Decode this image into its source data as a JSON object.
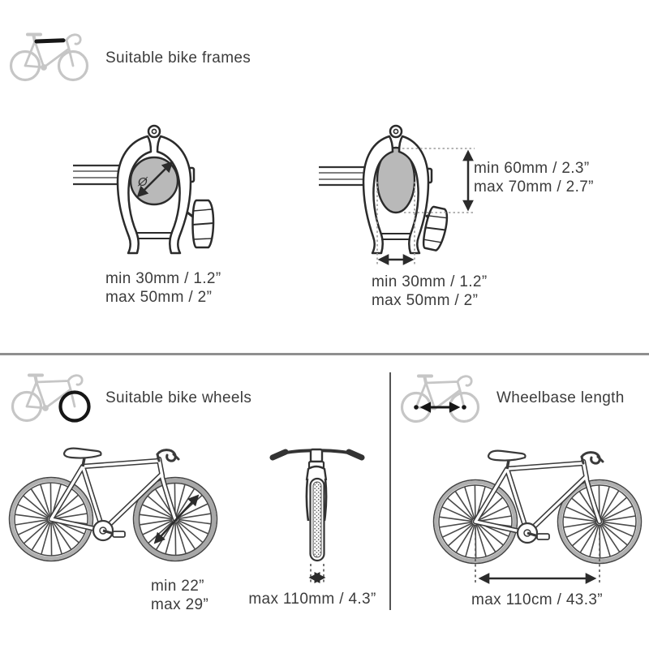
{
  "colors": {
    "text": "#3c3c3c",
    "icon_gray": "#c6c6c6",
    "highlight_black": "#161616",
    "tube_fill_gray": "#b9b9b9",
    "line_dark": "#2b2b2b",
    "divider_gray": "#8f8f8f"
  },
  "sections": {
    "frames": {
      "title": "Suitable bike frames",
      "round_clamp": {
        "diameter_symbol": "Ø",
        "line1": "min 30mm / 1.2”",
        "line2": "max 50mm / 2”"
      },
      "oval_clamp": {
        "height_line1": "min 60mm / 2.3”",
        "height_line2": "max 70mm / 2.7”",
        "width_line1": "min 30mm / 1.2”",
        "width_line2": "max 50mm / 2”"
      }
    },
    "wheels": {
      "title": "Suitable bike wheels",
      "diameter_line1": "min 22”",
      "diameter_line2": "max 29”",
      "tire_width": "max 110mm / 4.3”"
    },
    "wheelbase": {
      "title": "Wheelbase length",
      "max_length": "max 110cm / 43.3”"
    }
  }
}
